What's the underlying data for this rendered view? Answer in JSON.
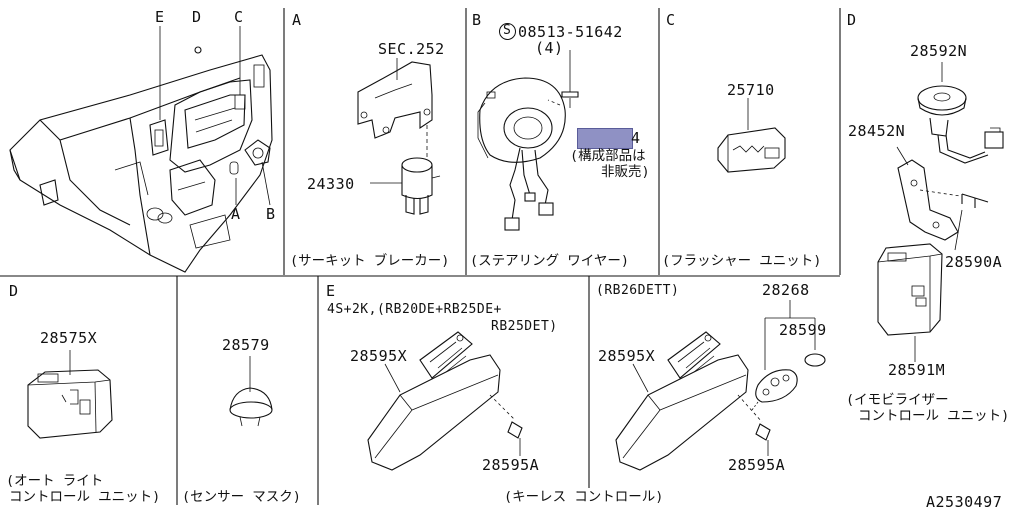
{
  "callouts": {
    "e": "E",
    "d": "D",
    "c": "C",
    "a": "A",
    "b": "B"
  },
  "panels": {
    "a": {
      "letter": "A",
      "ref": "SEC.252",
      "part": "24330",
      "caption": "(サーキット ブレーカー)"
    },
    "b": {
      "letter": "B",
      "screw_symbol": "S",
      "screw": "08513-51642",
      "screw_qty": "(4)",
      "hidden_suffix": "4",
      "note_line1": "(構成部品は",
      "note_line2": "非販売)",
      "caption": "(ステアリング ワイヤー)"
    },
    "c": {
      "letter": "C",
      "part": "25710",
      "caption": "(フラッシャー ユニット)"
    },
    "d_top": {
      "letter": "D",
      "part_top": "28592N",
      "part_bracket": "28452N",
      "part_bolt": "28590A",
      "part_unit": "28591M",
      "caption_line1": "(イモビライザー",
      "caption_line2": "コントロール ユニット)"
    },
    "d_bottom": {
      "letter": "D",
      "part": "28575X",
      "caption_line1": "(オート ライト",
      "caption_line2": "コントロール ユニット)"
    },
    "sensor": {
      "part": "28579",
      "caption": "(センサー マスク)"
    },
    "e": {
      "letter": "E",
      "variant_line1": "4S+2K,(RB20DE+RB25DE+",
      "variant_line2": "RB25DET)",
      "part_unit": "28595X",
      "part_bolt": "28595A"
    },
    "e2": {
      "variant": "(RB26DETT)",
      "part_keyset": "28268",
      "part_battery": "28599",
      "part_unit": "28595X",
      "part_bolt": "28595A"
    },
    "keyless_caption": "(キーレス コントロール)"
  },
  "figure_id": "A2530497"
}
